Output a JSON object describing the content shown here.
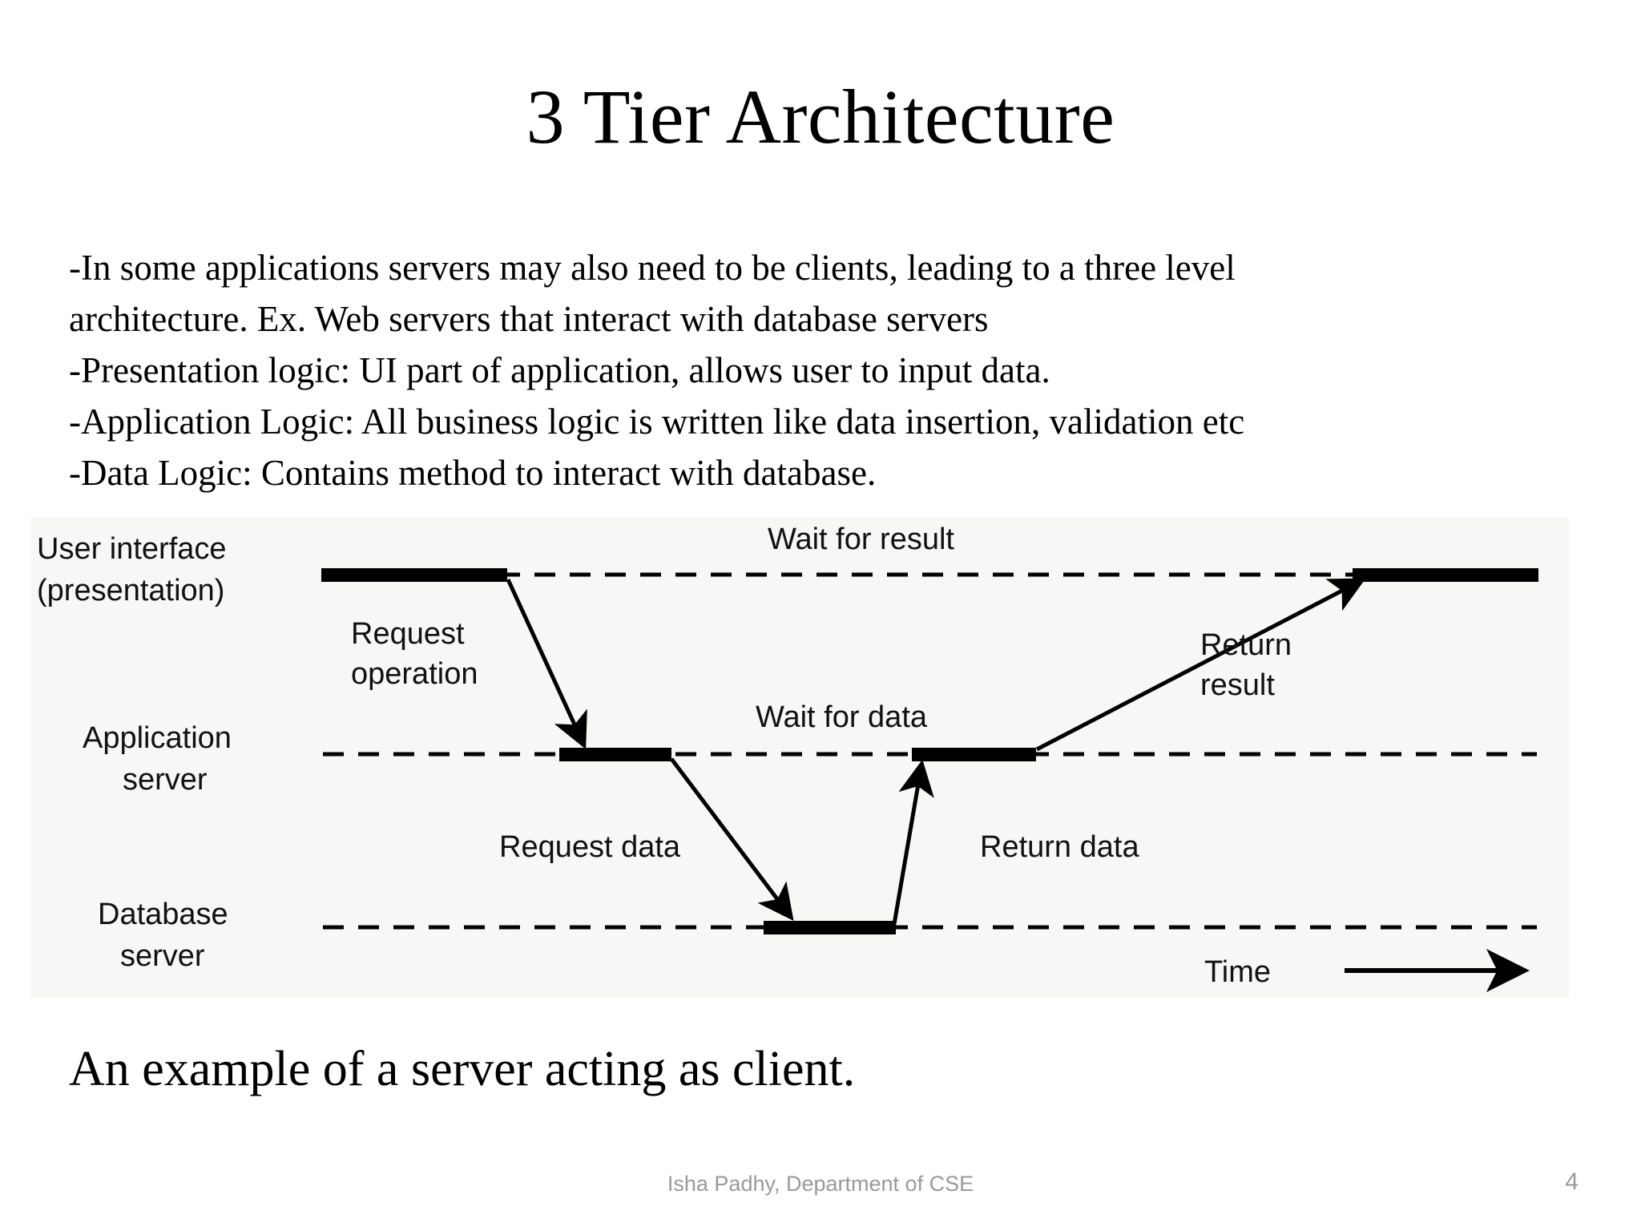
{
  "slide": {
    "title": "3 Tier Architecture",
    "caption": "An example of a server acting as client.",
    "body_lines": [
      "-In some applications servers may also need to be clients, leading to a three level",
      "architecture. Ex. Web servers that interact with database servers",
      "-Presentation logic: UI part of application, allows user to input data.",
      "-Application Logic: All business logic is written like data insertion, validation etc",
      "-Data Logic: Contains method to interact with database."
    ]
  },
  "diagram": {
    "type": "sequence-timing-diagram",
    "background_color": "#f7f7f5",
    "line_color": "#000000",
    "lifelines": [
      {
        "id": "ui",
        "label_line1": "User interface",
        "label_line2": "(presentation)"
      },
      {
        "id": "app",
        "label_line1": "Application",
        "label_line2": "server"
      },
      {
        "id": "db",
        "label_line1": "Database",
        "label_line2": "server"
      }
    ],
    "wait_labels": [
      {
        "id": "wait-for-result",
        "text": "Wait for result"
      },
      {
        "id": "wait-for-data",
        "text": "Wait for data"
      }
    ],
    "message_labels": [
      {
        "id": "request-operation",
        "line1": "Request",
        "line2": "operation"
      },
      {
        "id": "return-result",
        "line1": "Return",
        "line2": "result"
      },
      {
        "id": "request-data",
        "line1": "Request data",
        "line2": ""
      },
      {
        "id": "return-data",
        "line1": "Return data",
        "line2": ""
      }
    ],
    "axis": {
      "time_label": "Time",
      "direction": "left-to-right"
    }
  },
  "footer": {
    "credit": "Isha Padhy, Department of CSE",
    "page_number": "4"
  }
}
